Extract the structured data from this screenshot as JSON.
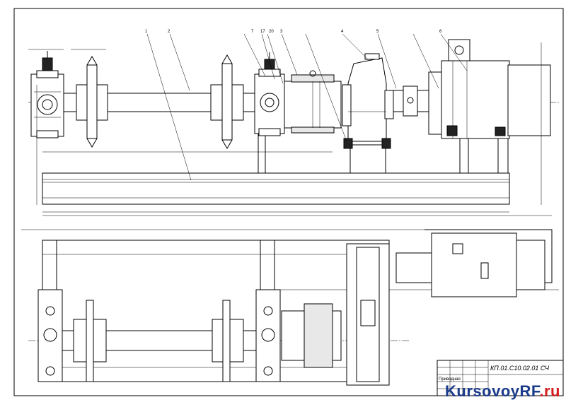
{
  "callouts": [
    {
      "id": "c1",
      "text": "1"
    },
    {
      "id": "c2",
      "text": "2"
    },
    {
      "id": "c3",
      "text": "7"
    },
    {
      "id": "c4",
      "text": "17"
    },
    {
      "id": "c5",
      "text": "20"
    },
    {
      "id": "c6",
      "text": "3"
    },
    {
      "id": "c7",
      "text": "4"
    },
    {
      "id": "c8",
      "text": "5"
    },
    {
      "id": "c9",
      "text": "6"
    }
  ],
  "title_block": {
    "drawing_code": "КП.01.С10.02.01 СЧ",
    "sheet_name": "Приводная"
  },
  "watermark": {
    "text_main": "KursovoyRF",
    "text_accent": ".ru"
  }
}
